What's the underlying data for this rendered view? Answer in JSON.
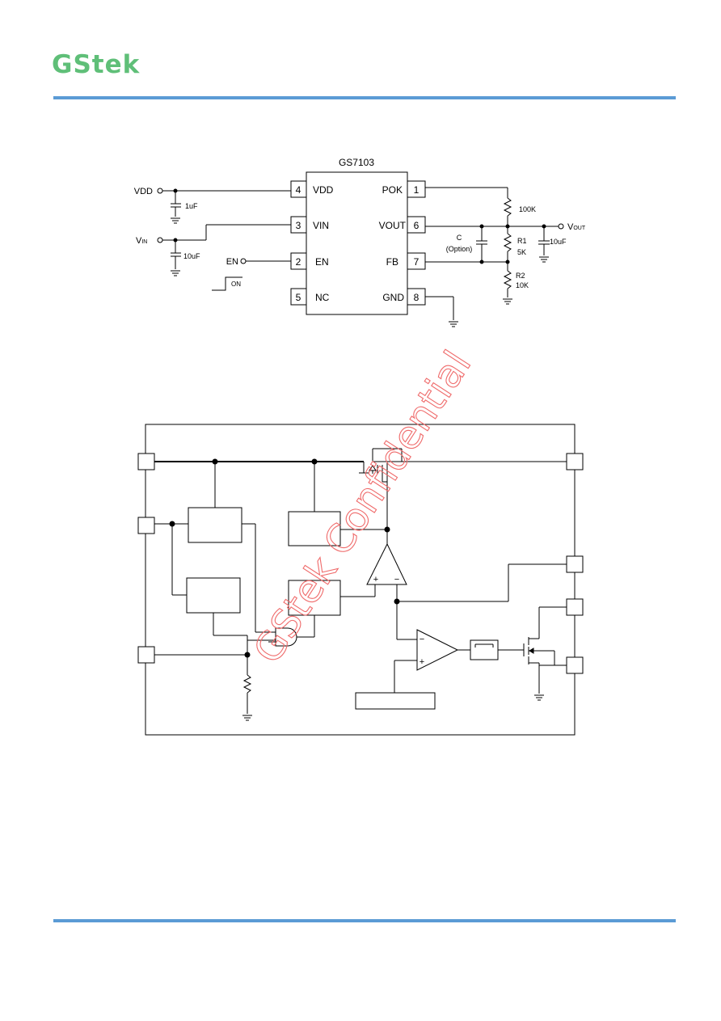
{
  "header": {
    "logo_text": "GStek"
  },
  "app_circuit": {
    "chip_name": "GS7103",
    "pins_left": [
      {
        "num": "4",
        "name": "VDD"
      },
      {
        "num": "3",
        "name": "VIN"
      },
      {
        "num": "2",
        "name": "EN"
      },
      {
        "num": "5",
        "name": "NC"
      }
    ],
    "pins_right": [
      {
        "num": "1",
        "name": "POK"
      },
      {
        "num": "6",
        "name": "VOUT"
      },
      {
        "num": "7",
        "name": "FB"
      },
      {
        "num": "8",
        "name": "GND"
      }
    ],
    "vdd_label": "VDD",
    "vin_label": "V",
    "vin_sub": "IN",
    "en_label": "EN",
    "on_label": "ON",
    "vout_label": "V",
    "vout_sub": "OUT",
    "c_vdd": "1uF",
    "c_vin": "10uF",
    "c_out": "10uF",
    "c_opt_1": "C",
    "c_opt_2": "(Option)",
    "r_pok": "100K",
    "r1_name": "R1",
    "r1_val": "5K",
    "r2_name": "R2",
    "r2_val": "10K"
  },
  "block_diagram": {
    "watermark": "GStek Confidential",
    "opamp_top_plus": "+",
    "opamp_top_minus": "−",
    "opamp_bot_minus": "−",
    "opamp_bot_plus": "+"
  }
}
